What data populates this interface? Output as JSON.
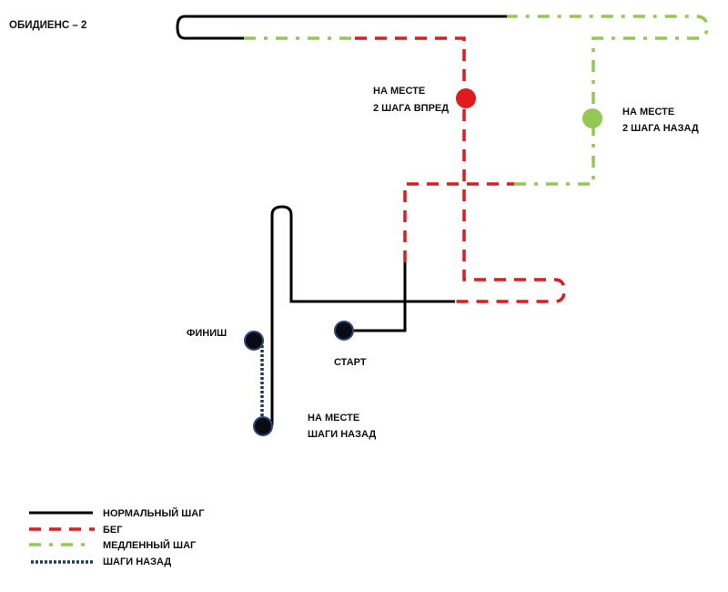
{
  "title": "ОБИДИЕНС – 2",
  "colors": {
    "normal": "#000000",
    "run": "#e31a1c",
    "slow": "#92c952",
    "back": "#1f3864",
    "marker_dark": "#0a0a14",
    "marker_ring": "#2b4a7a"
  },
  "markers": {
    "start": {
      "label": "СТАРТ",
      "icon": "start-point-icon"
    },
    "finish": {
      "label": "ФИНИШ",
      "icon": "finish-point-icon"
    },
    "run_halt": {
      "line1": "НА МЕСТЕ",
      "line2": "2 ШАГА ВПРЕД",
      "icon": "halt-forward-point-icon"
    },
    "slow_halt": {
      "line1": "НА МЕСТЕ",
      "line2": "2 ШАГА НАЗАД",
      "icon": "halt-back-point-icon"
    },
    "back_halt": {
      "line1": "НА МЕСТЕ",
      "line2": "ШАГИ НАЗАД",
      "icon": "halt-steps-back-point-icon"
    }
  },
  "legend": [
    {
      "key": "normal",
      "label": "НОРМАЛЬНЫЙ ШАГ",
      "style": "solid"
    },
    {
      "key": "run",
      "label": "БЕГ",
      "style": "dashed"
    },
    {
      "key": "slow",
      "label": "МЕДЛЕННЫЙ ШАГ",
      "style": "dash-dot"
    },
    {
      "key": "back",
      "label": "ШАГИ НАЗАД",
      "style": "dotted"
    }
  ]
}
